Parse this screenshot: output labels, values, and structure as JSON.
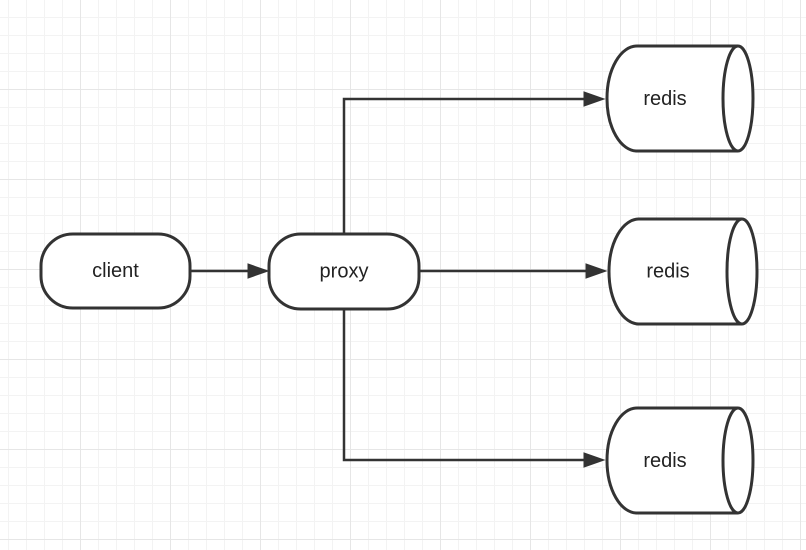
{
  "diagram": {
    "nodes": {
      "client": {
        "label": "client"
      },
      "proxy": {
        "label": "proxy"
      },
      "redis_1": {
        "label": "redis"
      },
      "redis_2": {
        "label": "redis"
      },
      "redis_3": {
        "label": "redis"
      }
    },
    "edges": [
      {
        "from": "client",
        "to": "proxy"
      },
      {
        "from": "proxy",
        "to": "redis_1"
      },
      {
        "from": "proxy",
        "to": "redis_2"
      },
      {
        "from": "proxy",
        "to": "redis_3"
      }
    ],
    "colors": {
      "stroke": "#333333",
      "fill": "#ffffff",
      "grid": "#e6e6e6"
    }
  }
}
